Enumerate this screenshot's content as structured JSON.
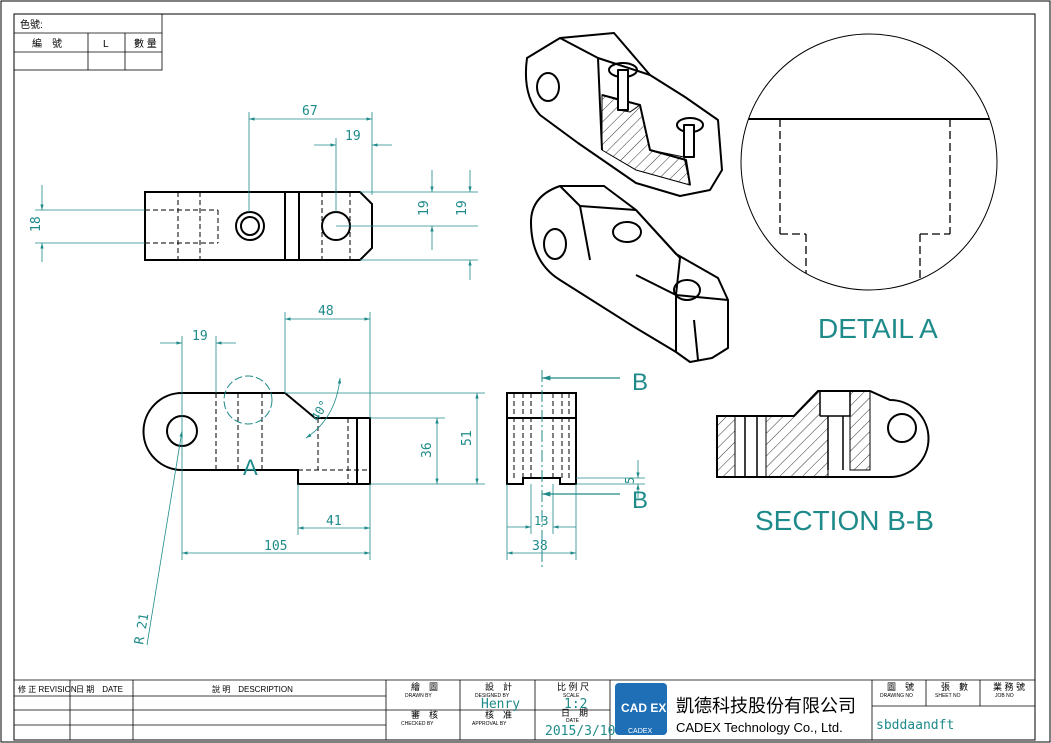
{
  "colors": {
    "dimension": "#1f8a8a",
    "line": "#000000",
    "hidden": "#000000",
    "background": "#ffffff",
    "logo": "#1e6fb6"
  },
  "topleft_table": {
    "color_no": "色號:",
    "col_no": "編　號",
    "col_L": "L",
    "col_qty": "數 量"
  },
  "dimensions": {
    "top_67": "67",
    "top_19": "19",
    "left_18": "18",
    "right_19a": "19",
    "right_19b": "19",
    "front_48": "48",
    "front_19": "19",
    "front_angle": "40°",
    "front_36": "36",
    "front_51": "51",
    "front_41": "41",
    "front_105": "105",
    "front_R21": "R 21",
    "side_5": "5",
    "side_13": "13",
    "side_38": "38"
  },
  "labels": {
    "detail_marker": "A",
    "section_B_top": "B",
    "section_B_bottom": "B",
    "detail_title": "DETAIL A",
    "section_title": "SECTION B-B"
  },
  "title_block": {
    "revision": "修 正 REVISION",
    "date": "日 期　DATE",
    "description": "說 明　DESCRIPTION",
    "drawn_by": "繪　圖",
    "drawn_by_en": "DRAWN BY",
    "designed_by": "設　計",
    "designed_by_en": "DESIGNED BY",
    "designer": "Henry",
    "scale": "比 例 尺",
    "scale_en": "SCALE",
    "scale_value": "1:2",
    "checked_by": "審　核",
    "checked_by_en": "CHECKED BY",
    "approval_by": "核　准",
    "approval_by_en": "APPROVAL BY",
    "date_label": "日　期",
    "date_en": "DATE",
    "date_value": "2015/3/10",
    "logo_text": "CAD EX",
    "logo_caption": "CADEX",
    "company_cn": "凱德科技股份有限公司",
    "company_en": "CADEX Technology Co., Ltd.",
    "drawing_no": "圖　號",
    "drawing_no_en": "DRAWING NO",
    "sheet_no": "張　數",
    "sheet_no_en": "SHEET NO",
    "job_no": "業 務 號",
    "job_no_en": "JOB NO",
    "drawing_value": "sbddaandft"
  }
}
